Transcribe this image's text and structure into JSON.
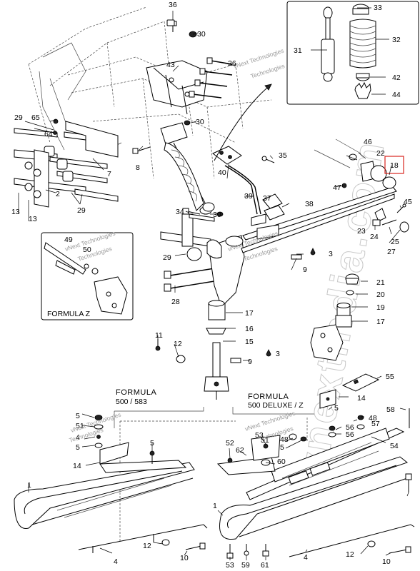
{
  "callouts": {
    "c1a": "1",
    "c1b": "1",
    "c2": "2",
    "c3a": "3",
    "c3b": "3",
    "c4a": "4",
    "c4b": "4",
    "c5a": "5",
    "c5b": "5",
    "c5c": "5",
    "c7": "7",
    "c8": "8",
    "c9a": "9",
    "c9b": "9",
    "c10a": "10",
    "c10b": "10",
    "c11": "11",
    "c12a": "12",
    "c12b": "12",
    "c13a": "13",
    "c13b": "13",
    "c14a": "14",
    "c14b": "14",
    "c15": "15",
    "c16": "16",
    "c17a": "17",
    "c17b": "17",
    "c18": "18",
    "c19": "19",
    "c20": "20",
    "c21": "21",
    "c22": "22",
    "c23": "23",
    "c24": "24",
    "c25": "25",
    "c26": "26",
    "c27": "27",
    "c28": "28",
    "c29a": "29",
    "c29b": "29",
    "c29c": "29",
    "c30a": "30",
    "c30b": "30",
    "c31": "31",
    "c32": "32",
    "c33": "33",
    "c34": "34",
    "c35": "35",
    "c36": "36",
    "c37": "37",
    "c38": "38",
    "c39": "39",
    "c40": "40",
    "c42": "42",
    "c43": "43",
    "c44": "44",
    "c45": "45",
    "c46": "46",
    "c47": "47",
    "c48a": "48",
    "c48b": "48",
    "c49": "49",
    "c50": "50",
    "c51a": "51",
    "c51b": "51",
    "c52": "52",
    "c53a": "53",
    "c53b": "53",
    "c54": "54",
    "c55": "55",
    "c56a": "56",
    "c56b": "56",
    "c57": "57",
    "c58": "58",
    "c59": "59",
    "c60": "60",
    "c61": "61",
    "c62": "62",
    "c64": "64",
    "c65": "65"
  },
  "labels": {
    "formula_z": "FORMULA  Z",
    "formula_500_583_line1": "FORMULA",
    "formula_500_583_line2": "500 / 583",
    "formula_deluxe_line1": "FORMULA",
    "formula_deluxe_line2": "500 DELUXE / Z"
  },
  "watermarks": {
    "vnext_line1": "vNext Technologies",
    "vnext_line2": "Technologies",
    "big": "vnextindia.com"
  },
  "colors": {
    "highlight": "#d8261e",
    "line": "#000000"
  }
}
